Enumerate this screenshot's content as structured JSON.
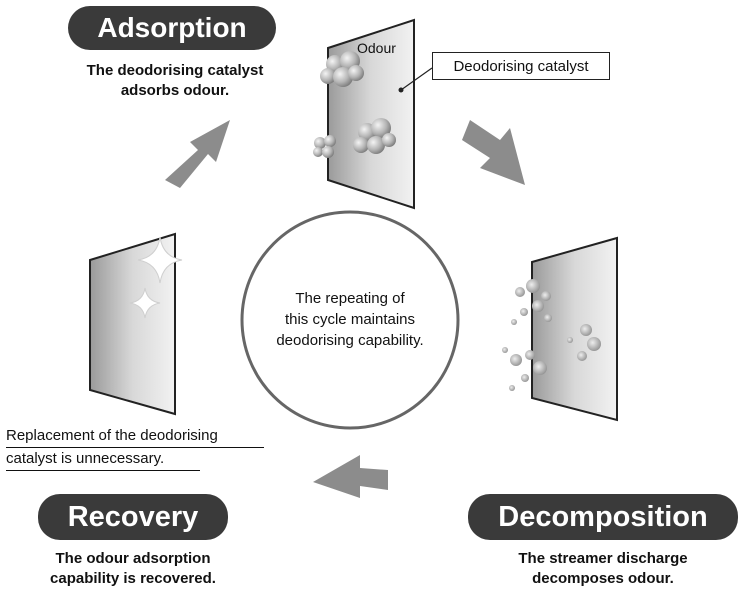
{
  "stages": {
    "adsorption": {
      "title": "Adsorption",
      "desc_line1": "The deodorising catalyst",
      "desc_line2": "adsorbs odour."
    },
    "decomposition": {
      "title": "Decomposition",
      "desc_line1": "The streamer discharge",
      "desc_line2": "decomposes odour."
    },
    "recovery": {
      "title": "Recovery",
      "desc_line1": "The odour adsorption",
      "desc_line2": "capability is recovered."
    }
  },
  "center": {
    "line1": "The repeating of",
    "line2": "this cycle maintains",
    "line3": "deodorising capability."
  },
  "labels": {
    "odour": "Odour",
    "catalyst": "Deodorising catalyst"
  },
  "note": {
    "line1": "Replacement of the deodorising",
    "line2": "catalyst is unnecessary."
  },
  "colors": {
    "pill": "#3a3a3a",
    "arrow": "#8c8c8c",
    "panel_light": "#f2f2f2",
    "panel_dark": "#9a9a9a"
  }
}
